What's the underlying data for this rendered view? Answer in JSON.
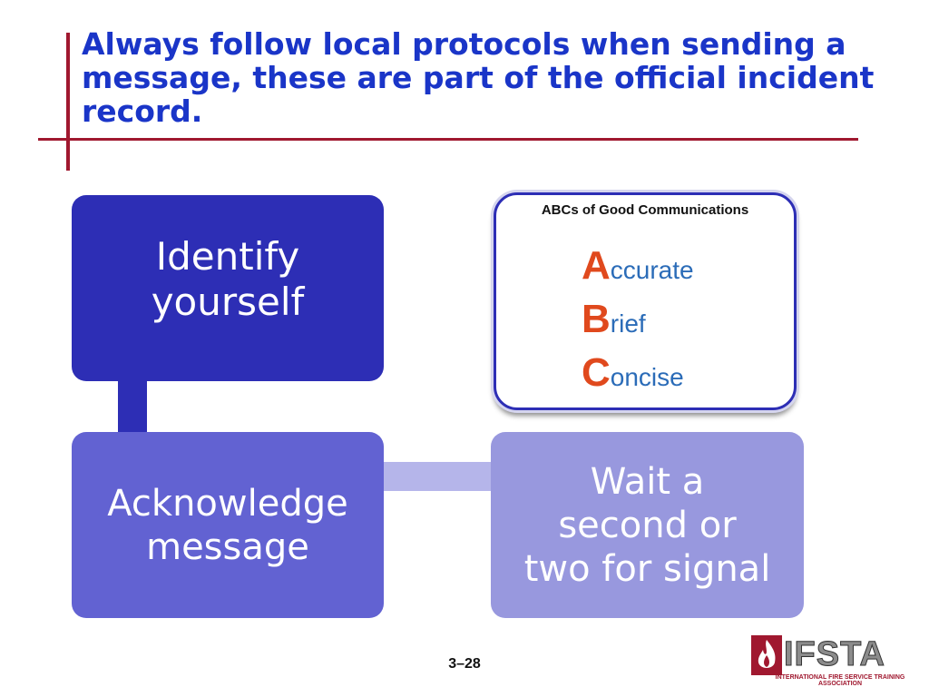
{
  "slide": {
    "title": "Always follow local protocols when sending a message, these are part of the official incident record.",
    "page_number": "3–28"
  },
  "flow": {
    "step1": "Identify\nyourself",
    "step2": "Acknowledge\nmessage",
    "step3": "Wait a\nsecond or\ntwo for signal"
  },
  "abc_card": {
    "title": "ABCs of Good Communications",
    "items": [
      {
        "letter": "A",
        "rest": "ccurate"
      },
      {
        "letter": "B",
        "rest": "rief"
      },
      {
        "letter": "C",
        "rest": "oncise"
      }
    ]
  },
  "logo": {
    "name": "IFSTA",
    "tagline": "INTERNATIONAL FIRE SERVICE TRAINING ASSOCIATION"
  },
  "colors": {
    "title": "#1a35c8",
    "rule": "#a0182f",
    "step1": "#2d2eb5",
    "step2": "#6262d2",
    "step3": "#9898de",
    "abc_letter": "#e0491d",
    "abc_word": "#2b6cb8"
  }
}
